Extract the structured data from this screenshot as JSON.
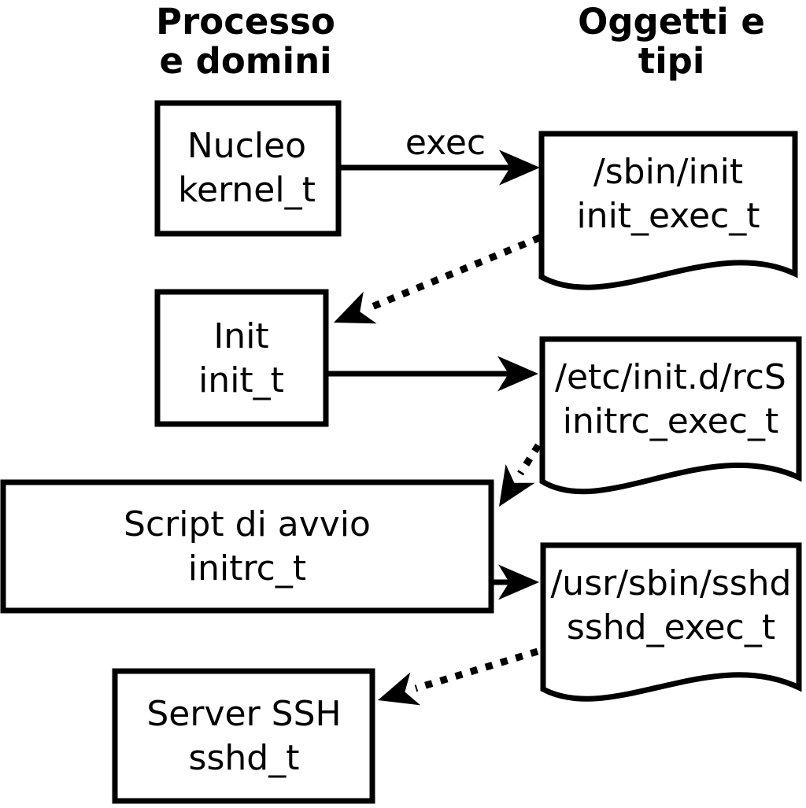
{
  "diagram": {
    "headers": {
      "left_line1": "Processo",
      "left_line2": "e domini",
      "right_line1": "Oggetti e",
      "right_line2": "tipi"
    },
    "edge_labels": {
      "exec": "exec"
    },
    "processes": [
      {
        "label": "Nucleo",
        "type": "kernel_t"
      },
      {
        "label": "Init",
        "type": "init_t"
      },
      {
        "label": "Script di avvio",
        "type": "initrc_t"
      },
      {
        "label": "Server SSH",
        "type": "sshd_t"
      }
    ],
    "objects": [
      {
        "path": "/sbin/init",
        "type": "init_exec_t"
      },
      {
        "path": "/etc/init.d/rcS",
        "type": "initrc_exec_t"
      },
      {
        "path": "/usr/sbin/sshd",
        "type": "sshd_exec_t"
      }
    ],
    "colors": {
      "line": "#000000",
      "fill": "#ffffff"
    }
  }
}
